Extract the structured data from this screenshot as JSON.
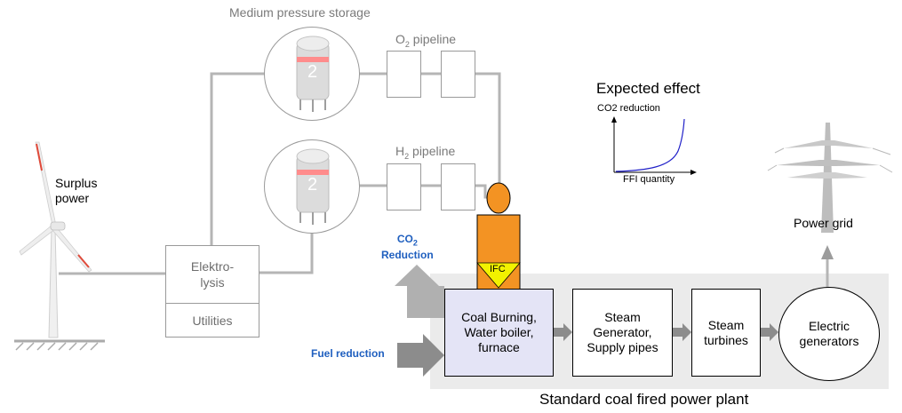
{
  "storage": {
    "title": "Medium pressure storage",
    "tank_label_top": "2",
    "tank_label_bottom": "2"
  },
  "pipelines": {
    "o2_prefix": "O",
    "o2_sub": "2",
    "o2_suffix": " pipeline",
    "h2_prefix": "H",
    "h2_sub": "2",
    "h2_suffix": " pipeline"
  },
  "surplus": {
    "line1": "Surplus",
    "line2": "power"
  },
  "elektrolysis": {
    "line1": "Elektro-",
    "line2": "lysis",
    "utilities": "Utilities"
  },
  "reductions": {
    "co2_prefix": "CO",
    "co2_sub": "2",
    "co2_line2": "Reduction",
    "fuel": "Fuel reduction"
  },
  "ifc": {
    "label": "IFC"
  },
  "plant": {
    "coal": [
      "Coal Burning,",
      "Water boiler,",
      "furnace"
    ],
    "steam_gen": [
      "Steam",
      "Generator,",
      "Supply pipes"
    ],
    "turbines": [
      "Steam",
      "turbines"
    ],
    "generators": [
      "Electric",
      "generators"
    ],
    "caption": "Standard coal fired power plant"
  },
  "grid": {
    "label": "Power grid"
  },
  "effect": {
    "title": "Expected effect",
    "ylabel": "CO2 reduction",
    "xlabel": "FFI quantity"
  },
  "colors": {
    "orange": "#f39323",
    "yellow": "#f2f200",
    "accent_blue": "#1f5fbf",
    "plant_bg": "#ebebeb",
    "coal_box": "#e4e4f6",
    "tank_band": "#ff8c8c",
    "curve": "#1f1fc8"
  }
}
